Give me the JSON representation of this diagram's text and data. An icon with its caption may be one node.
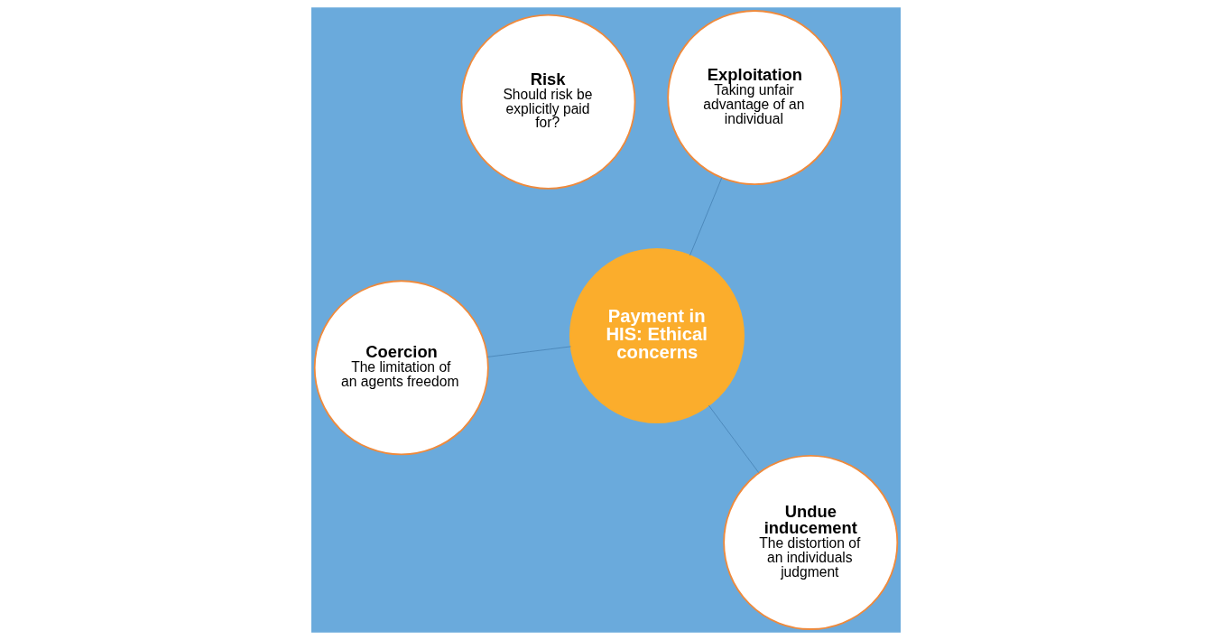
{
  "diagram": {
    "nodes": [
      {
        "text": [
          "Coercion",
          "The limitation of an agents freedom"
        ]
      },
      {
        "text": [
          "Risk",
          "Should risk be explicitly paid for?"
        ]
      },
      {
        "text": [
          "Payment in HIS: Ethical concerns"
        ]
      },
      {
        "text": [
          "Undue inducement",
          "The distortion of an individuals judgment"
        ]
      },
      {
        "text": [
          "Exploitation",
          "Taking unfair advantage of an individual"
        ]
      }
    ],
    "edges": [
      {
        "from": 2,
        "to": 0,
        "arrow": "none"
      },
      {
        "from": 2,
        "to": 3,
        "arrow": "none"
      },
      {
        "from": 2,
        "to": 4,
        "arrow": "none"
      }
    ]
  }
}
